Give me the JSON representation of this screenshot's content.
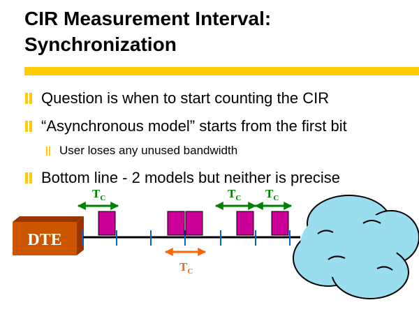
{
  "slide": {
    "title_line1": "CIR Measurement Interval:",
    "title_line2": "Synchronization",
    "bullets": [
      "Question is when to start counting the CIR",
      "“Asynchronous model” starts from the first bit",
      "User loses any unused bandwidth",
      "Bottom line - 2 models but neither is precise"
    ]
  },
  "diagram": {
    "dte_label": "DTE",
    "tc_letter": "T",
    "tc_sub": "C",
    "colors": {
      "accent_bar": "#ffcc00",
      "dte_box": "#cc5500",
      "frame": "#cc0099",
      "tick": "#0066cc",
      "interval_green": "#008000",
      "interval_orange": "#ff6600",
      "cloud": "#99ddee"
    }
  }
}
